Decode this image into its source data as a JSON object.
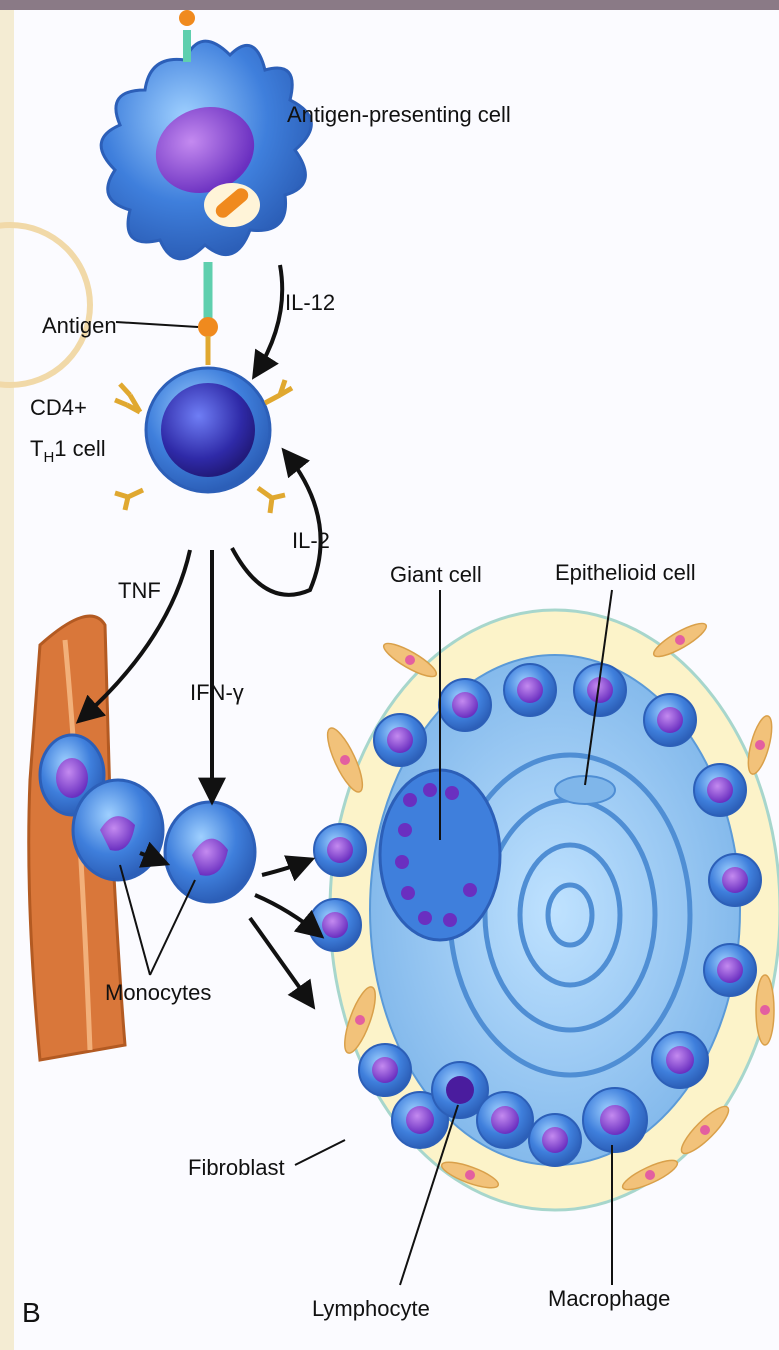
{
  "figure": {
    "panel_letter": "B",
    "labels": {
      "apc": "Antigen-presenting cell",
      "il12": "IL-12",
      "antigen": "Antigen",
      "cd4": "CD4+",
      "th1_t": "T",
      "th1_sub": "H",
      "th1_rest": "1 cell",
      "il2": "IL-2",
      "tnf": "TNF",
      "ifn": "IFN-γ",
      "giant": "Giant cell",
      "epithelioid": "Epithelioid cell",
      "monocytes": "Monocytes",
      "fibroblast": "Fibroblast",
      "lymphocyte": "Lymphocyte",
      "macrophage": "Macrophage"
    }
  },
  "colors": {
    "cell_blue": "#3f7fdc",
    "cell_light": "#8fbff0",
    "nucleus_purple": "#7b3fcf",
    "vessel": "#d9773a",
    "fibroblast": "#f2c27a",
    "left_border": "#f4ecd3"
  }
}
